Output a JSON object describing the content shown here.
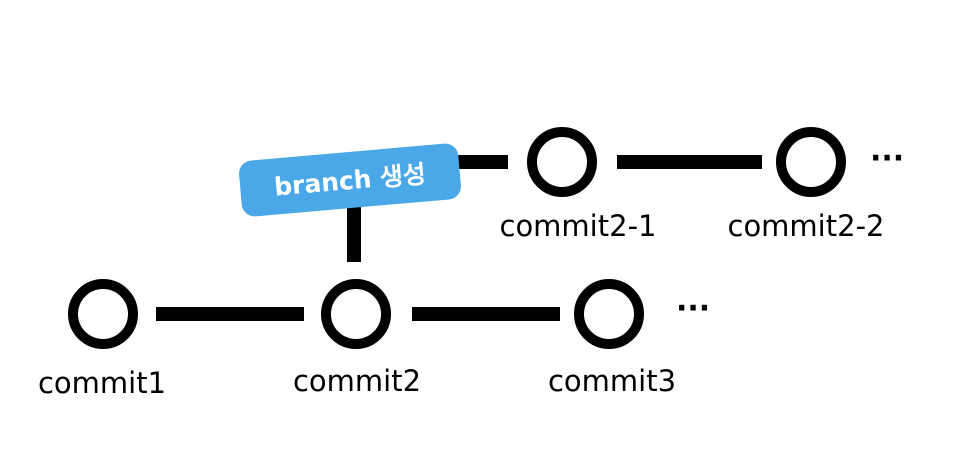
{
  "colors": {
    "line": "#000000",
    "node_fill": "#ffffff",
    "badge_fill": "#4aa7e8",
    "badge_text": "#ffffff",
    "background": "#ffffff"
  },
  "main_branch": {
    "commits": [
      "commit1",
      "commit2",
      "commit3"
    ],
    "continuation": "···"
  },
  "feature_branch": {
    "commits": [
      "commit2-1",
      "commit2-2"
    ],
    "continuation": "···"
  },
  "branch_badge": {
    "label": "branch 생성"
  }
}
